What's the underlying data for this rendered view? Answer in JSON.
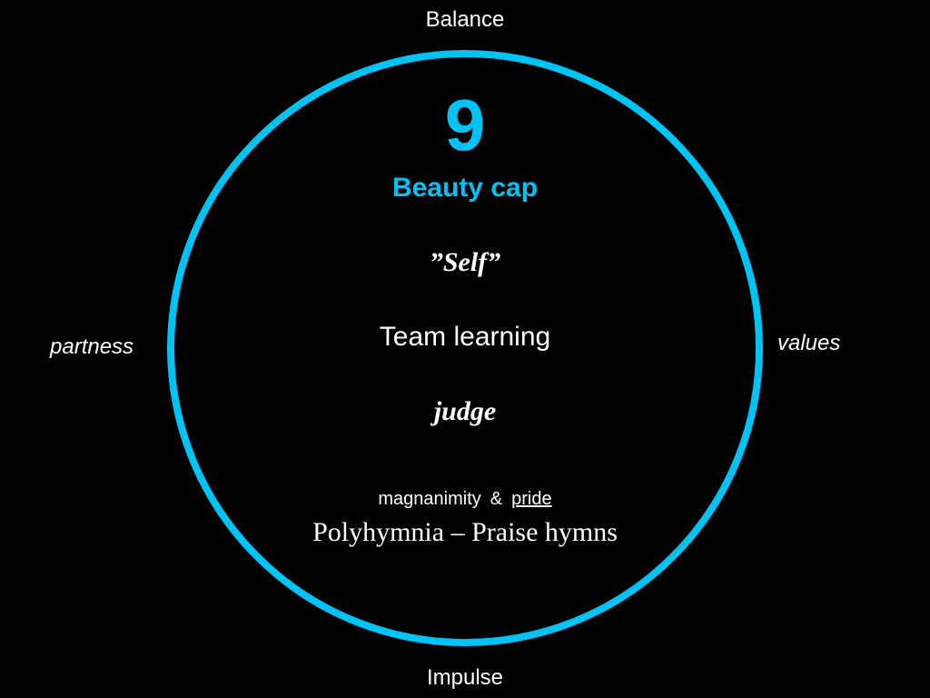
{
  "axis": {
    "top": "Balance",
    "bottom": "Impulse",
    "left": "partness",
    "right": "values"
  },
  "circle": {
    "number": "9",
    "title": "Beauty cap",
    "self": "”Self”",
    "discipline": "Team learning",
    "role": "judge",
    "virtue": "magnanimity",
    "ampersand": "&",
    "vice": "pride",
    "muse": "Polyhymnia – Praise hymns"
  },
  "colors": {
    "accent": "#00c3f5",
    "background": "#000000",
    "text": "#ffffff"
  }
}
